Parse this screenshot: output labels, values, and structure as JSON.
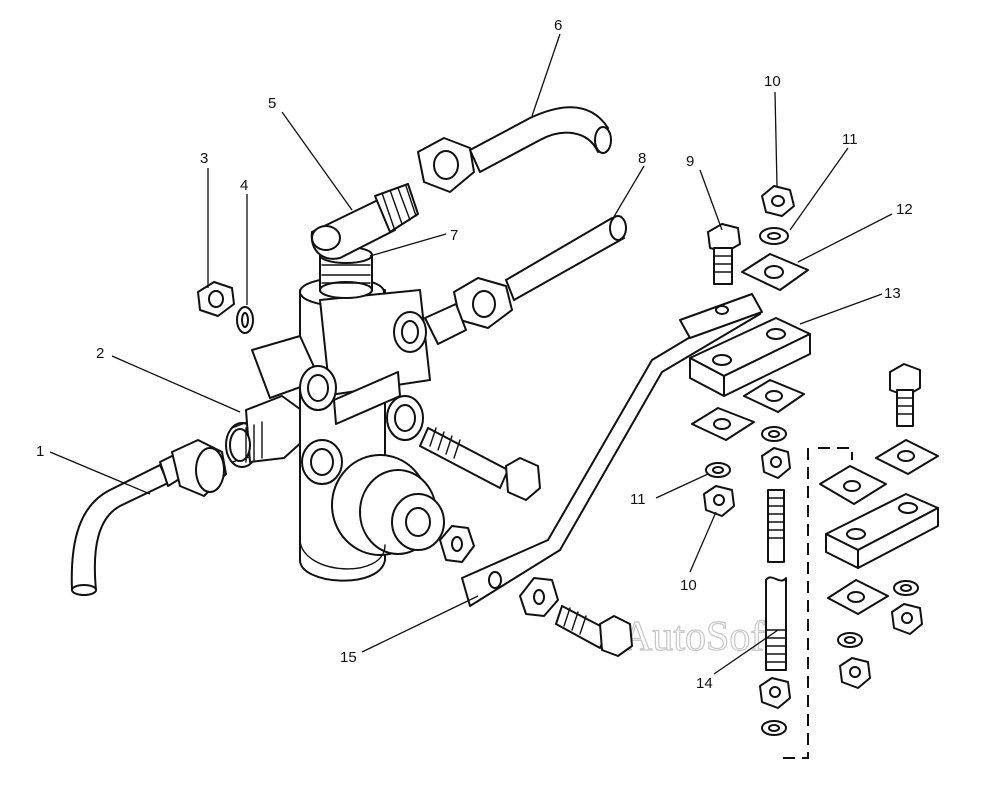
{
  "watermark": "AutoSoft",
  "callouts": [
    {
      "id": "c1",
      "label": "1"
    },
    {
      "id": "c2",
      "label": "2"
    },
    {
      "id": "c3",
      "label": "3"
    },
    {
      "id": "c4",
      "label": "4"
    },
    {
      "id": "c5",
      "label": "5"
    },
    {
      "id": "c6",
      "label": "6"
    },
    {
      "id": "c7",
      "label": "7"
    },
    {
      "id": "c8",
      "label": "8"
    },
    {
      "id": "c9",
      "label": "9"
    },
    {
      "id": "c10a",
      "label": "10"
    },
    {
      "id": "c11a",
      "label": "11"
    },
    {
      "id": "c12",
      "label": "12"
    },
    {
      "id": "c13",
      "label": "13"
    },
    {
      "id": "c11b",
      "label": "11"
    },
    {
      "id": "c10b",
      "label": "10"
    },
    {
      "id": "c14",
      "label": "14"
    },
    {
      "id": "c15",
      "label": "15"
    }
  ]
}
